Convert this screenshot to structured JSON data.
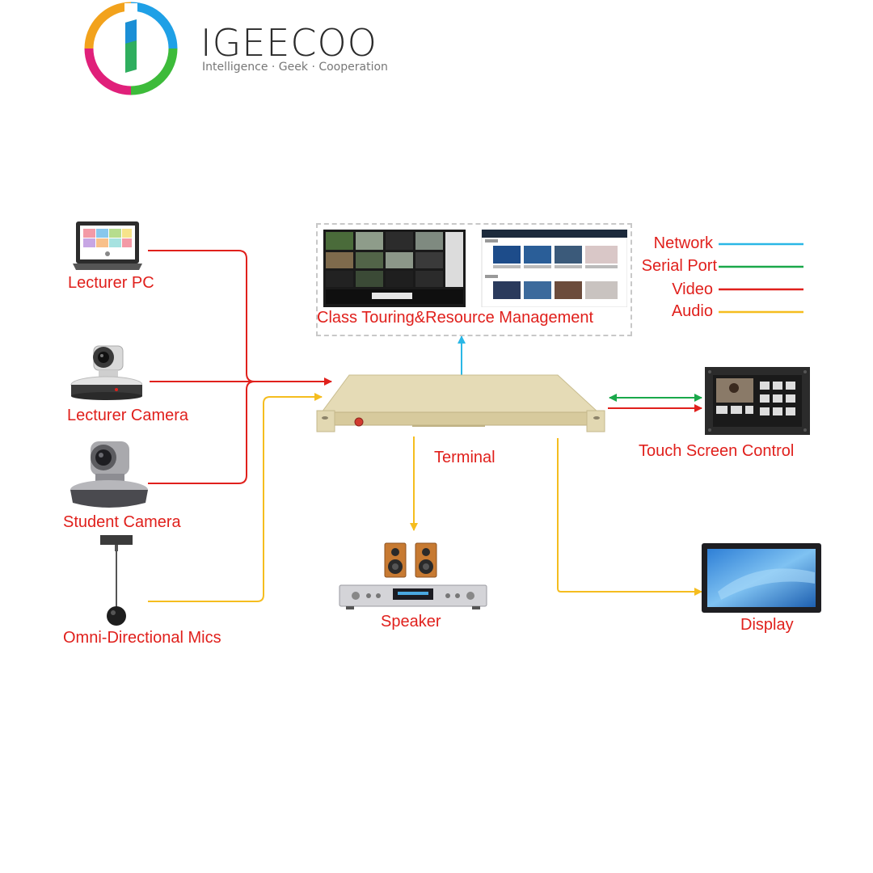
{
  "brand": {
    "name": "IGEECOO",
    "tagline": "Intelligence · Geek · Cooperation"
  },
  "legend": {
    "network": {
      "label": "Network",
      "color": "#2ab7e6"
    },
    "serial": {
      "label": "Serial Port",
      "color": "#1aa84a"
    },
    "video": {
      "label": "Video",
      "color": "#e0201c"
    },
    "audio": {
      "label": "Audio",
      "color": "#f5bd1f"
    }
  },
  "nodes": {
    "lecturer_pc": "Lecturer PC",
    "lecturer_camera": "Lecturer Camera",
    "student_camera": "Student Camera",
    "mics": "Omni-Directional Mics",
    "management": "Class Touring&Resource Management",
    "terminal": "Terminal",
    "touch_screen": "Touch Screen Control",
    "speaker": "Speaker",
    "display": "Display"
  }
}
